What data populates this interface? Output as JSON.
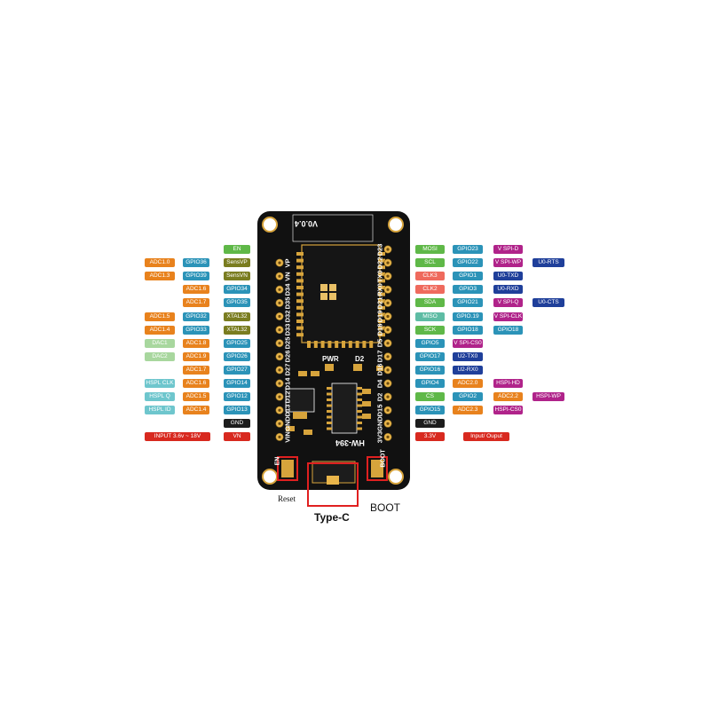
{
  "colors": {
    "orange": "#e8821d",
    "blue": "#2b93b8",
    "olive": "#7a7d20",
    "green": "#5fb848",
    "salmon": "#ef6a5d",
    "teal": "#5ebca4",
    "mint": "#a8d79e",
    "lightblue": "#6ec6cd",
    "black": "#1d1d1d",
    "red": "#d8291f",
    "magenta": "#b0238a",
    "navy": "#1f3f9a",
    "pcb": "#111111",
    "gold": "#d7a43c"
  },
  "board": {
    "model": "HW-394",
    "version": "V0.0.4",
    "pwr": "PWR",
    "d2": "D2",
    "en_silk": "EN",
    "boot_silk": "BOOT",
    "left_pins": [
      "VP",
      "VN",
      "D34",
      "D35",
      "D32",
      "D33",
      "D25",
      "D26",
      "D27",
      "D14",
      "D12",
      "D13",
      "GND",
      "VIN"
    ],
    "right_pins": [
      "D23",
      "D22",
      "TX0",
      "RX0",
      "D21",
      "D19",
      "D18",
      "D5",
      "D17",
      "D16",
      "D4",
      "D2",
      "D15",
      "GND",
      "3V3"
    ]
  },
  "captions": {
    "reset": "Reset",
    "type_c": "Type-C",
    "boot": "BOOT"
  },
  "left_rows": [
    {
      "tags": [
        {
          "text": "EN",
          "c": "green",
          "col": 3
        }
      ]
    },
    {
      "tags": [
        {
          "text": "ADC1.0",
          "c": "orange",
          "col": 0
        },
        {
          "text": "GPIO36",
          "c": "blue",
          "col": 1
        },
        {
          "text": "SensVP",
          "c": "olive",
          "col": 3
        }
      ]
    },
    {
      "tags": [
        {
          "text": "ADC1.3",
          "c": "orange",
          "col": 0
        },
        {
          "text": "GPIO39",
          "c": "blue",
          "col": 1
        },
        {
          "text": "SensVN",
          "c": "olive",
          "col": 3
        }
      ]
    },
    {
      "tags": [
        {
          "text": "ADC1.6",
          "c": "orange",
          "col": 2
        },
        {
          "text": "GPIO34",
          "c": "blue",
          "col": 3
        }
      ]
    },
    {
      "tags": [
        {
          "text": "ADC1.7",
          "c": "orange",
          "col": 2
        },
        {
          "text": "GPIO35",
          "c": "blue",
          "col": 3
        }
      ]
    },
    {
      "tags": [
        {
          "text": "ADC1.5",
          "c": "orange",
          "col": 0
        },
        {
          "text": "GPIO32",
          "c": "blue",
          "col": 1
        },
        {
          "text": "XTAL32",
          "c": "olive",
          "col": 3
        }
      ]
    },
    {
      "tags": [
        {
          "text": "ADC1.4",
          "c": "orange",
          "col": 0
        },
        {
          "text": "GPIO33",
          "c": "blue",
          "col": 1
        },
        {
          "text": "XTAL32",
          "c": "olive",
          "col": 3
        }
      ]
    },
    {
      "tags": [
        {
          "text": "DAC1",
          "c": "mint",
          "col": 0
        },
        {
          "text": "ADC1.8",
          "c": "orange",
          "col": 2
        },
        {
          "text": "GPIO25",
          "c": "blue",
          "col": 3
        }
      ]
    },
    {
      "tags": [
        {
          "text": "DAC2",
          "c": "mint",
          "col": 0
        },
        {
          "text": "ADC1.9",
          "c": "orange",
          "col": 2
        },
        {
          "text": "GPIO26",
          "c": "blue",
          "col": 3
        }
      ]
    },
    {
      "tags": [
        {
          "text": "ADC1.7",
          "c": "orange",
          "col": 2
        },
        {
          "text": "GPIO27",
          "c": "blue",
          "col": 3
        }
      ]
    },
    {
      "tags": [
        {
          "text": "HSPL CLK",
          "c": "lightblue",
          "col": 0
        },
        {
          "text": "ADC1.6",
          "c": "orange",
          "col": 2
        },
        {
          "text": "GPIO14",
          "c": "blue",
          "col": 3
        }
      ]
    },
    {
      "tags": [
        {
          "text": "HSPL Q",
          "c": "lightblue",
          "col": 0
        },
        {
          "text": "ADC1.5",
          "c": "orange",
          "col": 2
        },
        {
          "text": "GPIO12",
          "c": "blue",
          "col": 3
        }
      ]
    },
    {
      "tags": [
        {
          "text": "HSPL ID",
          "c": "lightblue",
          "col": 0
        },
        {
          "text": "ADC1.4",
          "c": "orange",
          "col": 2
        },
        {
          "text": "GPIO13",
          "c": "blue",
          "col": 3
        }
      ]
    },
    {
      "tags": [
        {
          "text": "GND",
          "c": "black",
          "col": 3
        }
      ]
    },
    {
      "tags": [
        {
          "text": "INPUT  3.6v ~ 18V",
          "c": "red",
          "col": 4
        },
        {
          "text": "VN",
          "c": "red",
          "col": 3
        }
      ]
    }
  ],
  "right_rows": [
    {
      "tags": [
        {
          "text": "MOSI",
          "c": "green",
          "col": 0
        },
        {
          "text": "GPIO23",
          "c": "blue",
          "col": 1
        },
        {
          "text": "V SPI-D",
          "c": "magenta",
          "col": 2
        }
      ]
    },
    {
      "tags": [
        {
          "text": "SCL",
          "c": "green",
          "col": 0
        },
        {
          "text": "GPIO22",
          "c": "blue",
          "col": 1
        },
        {
          "text": "V SPI-WP",
          "c": "magenta",
          "col": 2
        },
        {
          "text": "U0-RTS",
          "c": "navy",
          "col": 3
        }
      ]
    },
    {
      "tags": [
        {
          "text": "CLK3",
          "c": "salmon",
          "col": 0
        },
        {
          "text": "GPIO1",
          "c": "blue",
          "col": 1
        },
        {
          "text": "U0-TXD",
          "c": "navy",
          "col": 2
        }
      ]
    },
    {
      "tags": [
        {
          "text": "CLK2",
          "c": "salmon",
          "col": 0
        },
        {
          "text": "GPIO3",
          "c": "blue",
          "col": 1
        },
        {
          "text": "U0-RXD",
          "c": "navy",
          "col": 2
        }
      ]
    },
    {
      "tags": [
        {
          "text": "SDA",
          "c": "green",
          "col": 0
        },
        {
          "text": "GPIO21",
          "c": "blue",
          "col": 1
        },
        {
          "text": "V SPI-Q",
          "c": "magenta",
          "col": 2
        },
        {
          "text": "U0-CTS",
          "c": "navy",
          "col": 3
        }
      ]
    },
    {
      "tags": [
        {
          "text": "MISO",
          "c": "teal",
          "col": 0
        },
        {
          "text": "GPIO.19",
          "c": "blue",
          "col": 1
        },
        {
          "text": "V SPI-CLK",
          "c": "magenta",
          "col": 2
        }
      ]
    },
    {
      "tags": [
        {
          "text": "SCK",
          "c": "green",
          "col": 0
        },
        {
          "text": "GPIO18",
          "c": "blue",
          "col": 1
        },
        {
          "text": "GPIO18",
          "c": "blue",
          "col": 2
        }
      ]
    },
    {
      "tags": [
        {
          "text": "GPIO5",
          "c": "blue",
          "col": 0
        },
        {
          "text": "V SPI-CS0",
          "c": "magenta",
          "col": 1
        }
      ]
    },
    {
      "tags": [
        {
          "text": "GPIO17",
          "c": "blue",
          "col": 0
        },
        {
          "text": "U2-TX0",
          "c": "navy",
          "col": 1
        }
      ]
    },
    {
      "tags": [
        {
          "text": "GPIO16",
          "c": "blue",
          "col": 0
        },
        {
          "text": "U2-RX0",
          "c": "navy",
          "col": 1
        }
      ]
    },
    {
      "tags": [
        {
          "text": "GPIO4",
          "c": "blue",
          "col": 0
        },
        {
          "text": "ADC2.0",
          "c": "orange",
          "col": 1
        },
        {
          "text": "HSPI-HD",
          "c": "magenta",
          "col": 2
        }
      ]
    },
    {
      "tags": [
        {
          "text": "CS",
          "c": "green",
          "col": 0
        },
        {
          "text": "GPIO2",
          "c": "blue",
          "col": 1
        },
        {
          "text": "ADC2.2",
          "c": "orange",
          "col": 2
        },
        {
          "text": "HSPI-WP",
          "c": "magenta",
          "col": 3
        }
      ]
    },
    {
      "tags": [
        {
          "text": "GPIO15",
          "c": "blue",
          "col": 0
        },
        {
          "text": "ADC2.3",
          "c": "orange",
          "col": 1
        },
        {
          "text": "HSPI-CS0",
          "c": "magenta",
          "col": 2
        }
      ]
    },
    {
      "tags": [
        {
          "text": "GND",
          "c": "black",
          "col": 0
        }
      ]
    },
    {
      "tags": [
        {
          "text": "3.3V",
          "c": "red",
          "col": 0
        },
        {
          "text": "Input/ Ouput",
          "c": "red",
          "col": 2
        }
      ]
    }
  ]
}
